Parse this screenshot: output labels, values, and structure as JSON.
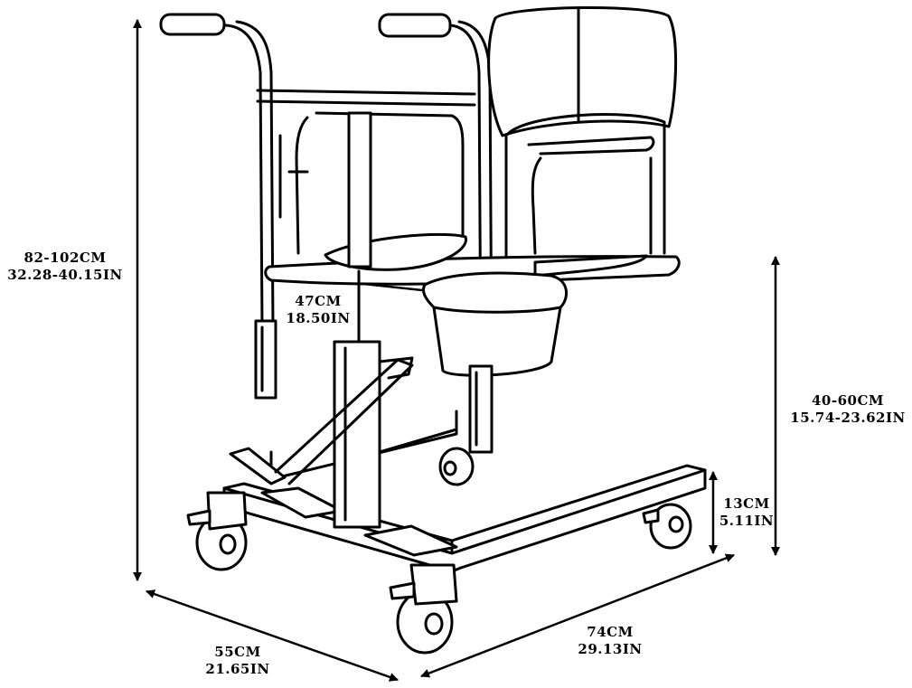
{
  "dimensions": {
    "total_height": {
      "cm": "82-102CM",
      "inch": "32.28-40.15IN"
    },
    "seat_width": {
      "cm": "47CM",
      "inch": "18.50IN"
    },
    "seat_height": {
      "cm": "40-60CM",
      "inch": "15.74-23.62IN"
    },
    "base_clearance": {
      "cm": "13CM",
      "inch": "5.11IN"
    },
    "base_width": {
      "cm": "55CM",
      "inch": "21.65IN"
    },
    "base_length": {
      "cm": "74CM",
      "inch": "29.13IN"
    }
  }
}
